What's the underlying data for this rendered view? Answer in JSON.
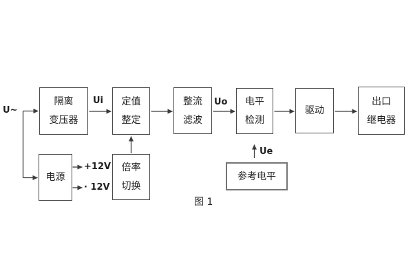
{
  "diagram": {
    "caption": "图 1",
    "input_label": "U~",
    "signal_labels": {
      "ui": "Ui",
      "uo": "Uo",
      "ue": "Ue",
      "plus12v": "+12V",
      "minus12v": "· 12V"
    },
    "blocks": {
      "transformer": {
        "line1": "隔离",
        "line2": "变压器"
      },
      "setting": {
        "line1": "定值",
        "line2": "整定"
      },
      "rectifier": {
        "line1": "整流",
        "line2": "滤波"
      },
      "detector": {
        "line1": "电平",
        "line2": "检测"
      },
      "driver": {
        "line1": "驱动"
      },
      "relay": {
        "line1": "出口",
        "line2": "继电器"
      },
      "power": {
        "line1": "电源"
      },
      "ratio": {
        "line1": "倍率",
        "line2": "切换"
      },
      "reference": {
        "line1": "参考电平"
      }
    },
    "colors": {
      "line": "#3c3c3c",
      "text": "#242424",
      "background": "#ffffff"
    }
  }
}
